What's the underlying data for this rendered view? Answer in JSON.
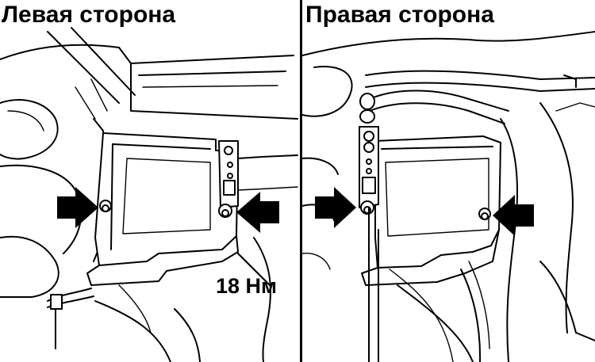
{
  "left_panel": {
    "title": "Левая сторона",
    "torque_label": "18 Нм"
  },
  "right_panel": {
    "title": "Правая сторона"
  },
  "colors": {
    "line": "#000000",
    "background": "#ffffff"
  }
}
